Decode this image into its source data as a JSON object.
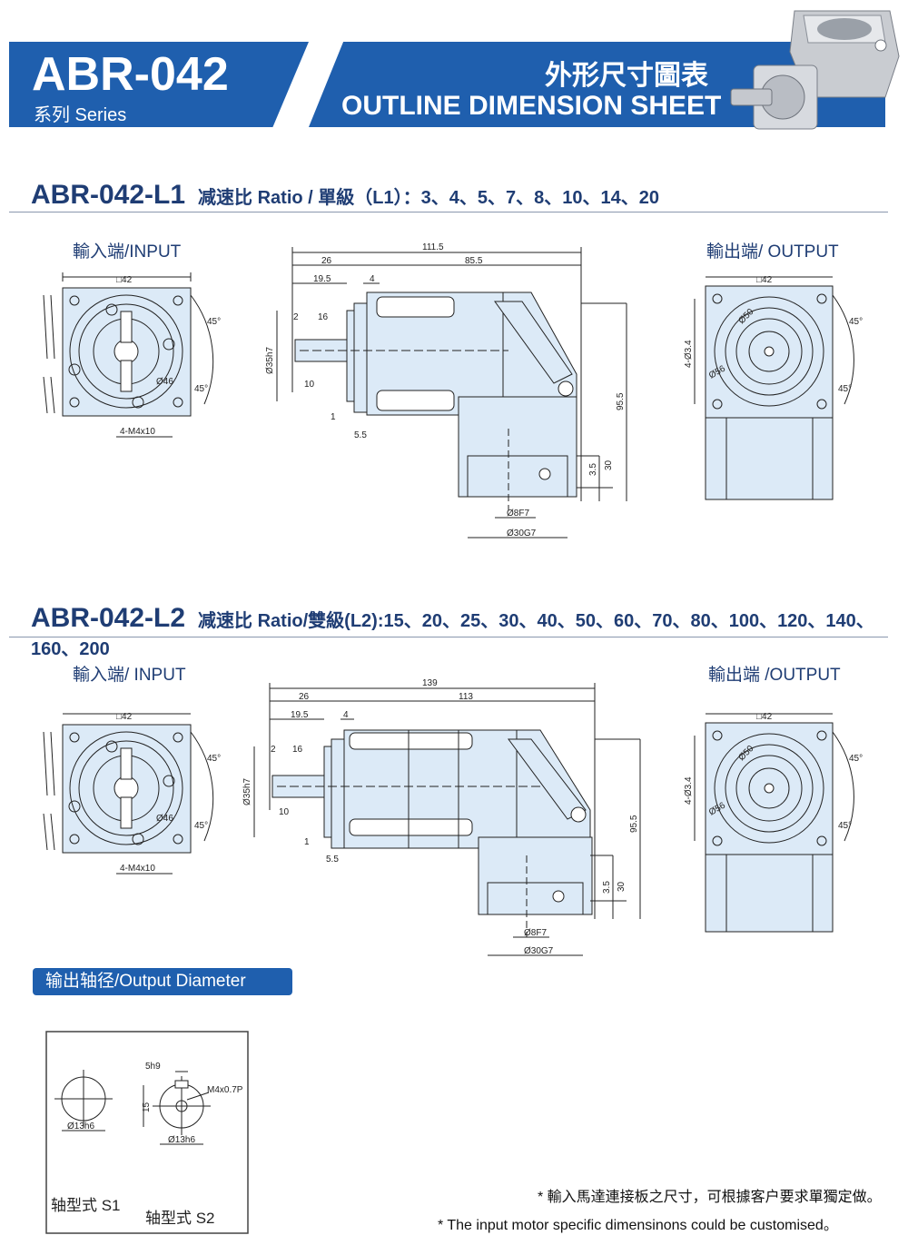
{
  "header": {
    "model": "ABR-042",
    "series_label": "系列 Series",
    "title_cn": "外形尺寸圖表",
    "title_en": "OUTLINE DIMENSION SHEET"
  },
  "section1": {
    "model": "ABR-042-L1",
    "ratio": "减速比 Ratio / 單級（L1）：3、4、5、7、8、10、14、20",
    "input_label": "輸入端/INPUT",
    "output_label": "輸出端/ OUTPUT"
  },
  "section2": {
    "model": "ABR-042-L2",
    "ratio": "减速比 Ratio/雙級(L2):15、20、25、30、40、50、60、70、80、100、120、140、160、200",
    "input_label": "輸入端/ INPUT",
    "output_label": "輸出端 /OUTPUT"
  },
  "dims1": {
    "sq": "□42",
    "d46": "Ø46",
    "m4": "4-M4x10",
    "a45": "45°",
    "total": "111.5",
    "d26": "26",
    "d85": "85.5",
    "d195": "19.5",
    "d4": "4",
    "d2": "2",
    "d16": "16",
    "d10": "10",
    "d1": "1",
    "d55": "5.5",
    "d35": "Ø35h7",
    "d955": "95.5",
    "d35b": "3.5",
    "d30": "30",
    "d8": "Ø8F7",
    "d30g": "Ø30G7",
    "osq": "□42",
    "o50": "Ø50",
    "o56": "Ø56",
    "o34": "4-Ø3.4"
  },
  "dims2": {
    "sq": "□42",
    "d46": "Ø46",
    "m4": "4-M4x10",
    "a45": "45°",
    "total": "139",
    "d26": "26",
    "d113": "113",
    "d195": "19.5",
    "d4": "4",
    "d2": "2",
    "d16": "16",
    "d10": "10",
    "d1": "1",
    "d55": "5.5",
    "d35": "Ø35h7",
    "d955": "95.5",
    "d35b": "3.5",
    "d30": "30",
    "d8": "Ø8F7",
    "d30g": "Ø30G7",
    "osq": "□42",
    "o50": "Ø50",
    "o56": "Ø56",
    "o34": "4-Ø3.4"
  },
  "output_diameter": {
    "label": "输出轴径/Output Diameter",
    "s1_dia": "Ø13h6",
    "s2_key": "5h9",
    "s2_thread": "M4x0.7P",
    "s2_h": "15",
    "s2_dia": "Ø13h6",
    "s1_name": "轴型式 S1",
    "s2_name": "轴型式 S2"
  },
  "notes": {
    "cn": "* 輸入馬達連接板之尺寸，可根據客户要求單獨定做。",
    "en": "* The input motor specific dimensinons could be customised。"
  },
  "colors": {
    "brand": "#1f5fae",
    "part_fill": "#dceaf7"
  }
}
